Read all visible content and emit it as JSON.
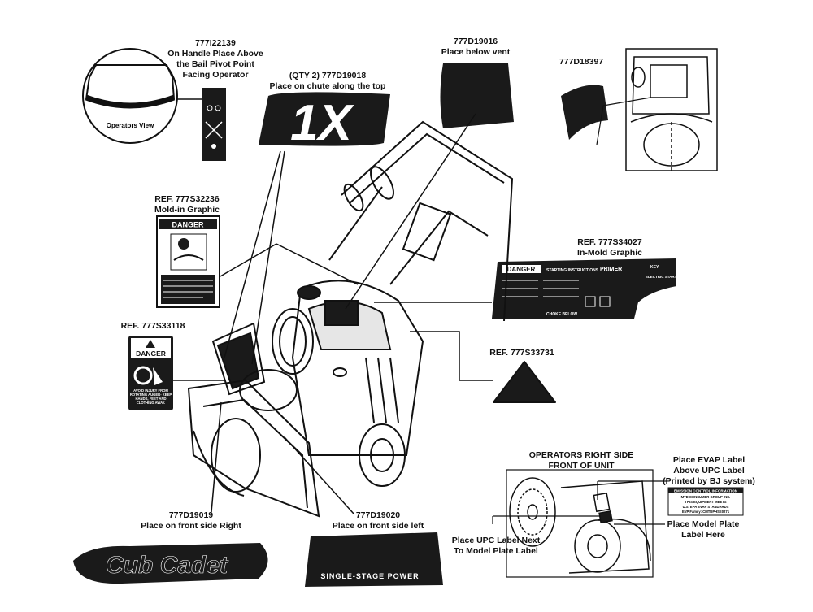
{
  "labels": {
    "handle_decal": {
      "lines": [
        "777I22139",
        "On Handle Place Above",
        "the Bail Pivot Point",
        "Facing Operator"
      ]
    },
    "operators_view": "Operators View",
    "chute_decal": {
      "lines": [
        "(QTY 2) 777D19018",
        "Place on chute along the top"
      ]
    },
    "vent_decal": {
      "lines": [
        "777D19016",
        "Place below vent"
      ]
    },
    "side_decal": "777D18397",
    "mold_in_graphic": {
      "lines": [
        "REF. 777S32236",
        "Mold-in Graphic"
      ]
    },
    "in_mold_graphic": {
      "lines": [
        "REF.  777S34027",
        "In-Mold Graphic"
      ]
    },
    "ref_33118": "REF. 777S33118",
    "ref_33731": "REF. 777S33731",
    "front_right": {
      "lines": [
        "777D19019",
        "Place on front side Right"
      ]
    },
    "front_left": {
      "lines": [
        "777D19020",
        "Place on front side left"
      ]
    },
    "operators_right_side": {
      "lines": [
        "OPERATORS RIGHT SIDE",
        "FRONT OF UNIT"
      ]
    },
    "evap_label": {
      "lines": [
        "Place EVAP Label",
        "Above UPC Label",
        "(Printed by BJ system)"
      ]
    },
    "upc_label": {
      "lines": [
        "Place UPC Label Next",
        "To Model Plate Label"
      ]
    },
    "model_plate": {
      "lines": [
        "Place Model Plate",
        "Label Here"
      ]
    }
  },
  "graphics": {
    "chute_logo": "1X",
    "danger_header": "DANGER",
    "danger_sign_text": "AVOID INJURY FROM ROTATING AUGER- KEEP HANDS, FEET AND CLOTHING AWAY.",
    "in_mold_danger": "DANGER",
    "in_mold_starting": "STARTING INSTRUCTIONS",
    "in_mold_primer": "PRIMER",
    "in_mold_key": "KEY",
    "in_mold_electric": "ELECTRIC START",
    "in_mold_choke": "CHOKE BELOW",
    "emission_title": "EMISSION CONTROL INFORMATION",
    "emission_lines": [
      "MTD CONSUMER GROUP INC.",
      "THIS EQUIPMENT MEETS",
      "U.S. EPA EVAP STANDARDS",
      "EVP Family: CMTDPHSE0271"
    ],
    "single_stage_power": "SINGLE-STAGE POWER",
    "brand_script": "Cub Cadet"
  },
  "colors": {
    "ink": "#111111",
    "paper": "#ffffff",
    "decal": "#1a1a1a"
  }
}
